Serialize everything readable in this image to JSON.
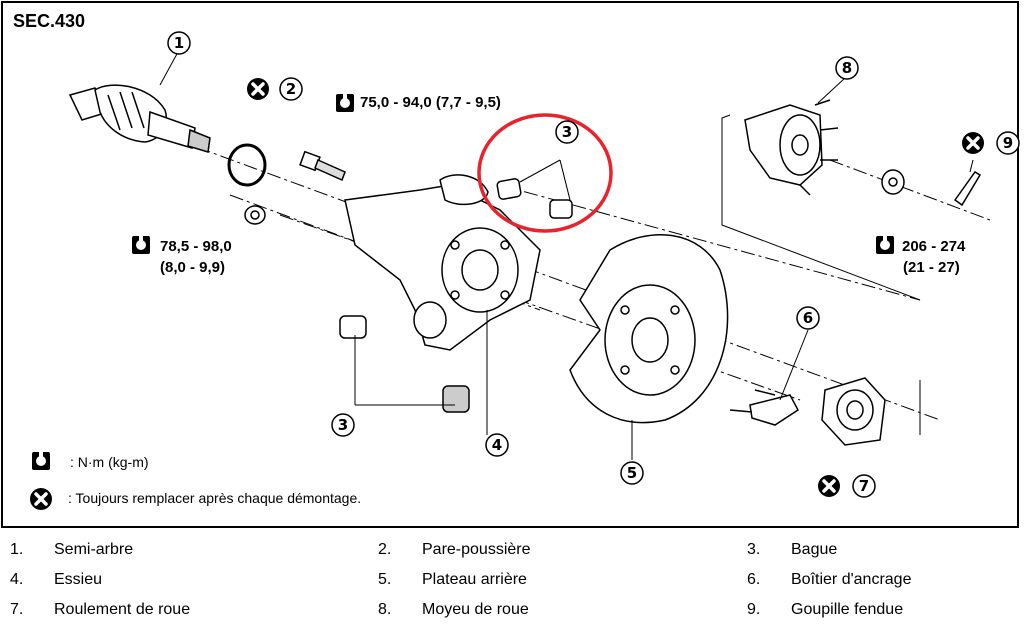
{
  "section": "SEC.430",
  "torques": {
    "bolt": "75,0 - 94,0  (7,7 - 9,5)",
    "nut_1": "78,5 - 98,0",
    "nut_2": "(8,0 - 9,9)",
    "hub_1": "206 - 274",
    "hub_2": "(21 - 27)"
  },
  "callouts": [
    "1",
    "2",
    "3",
    "3",
    "4",
    "5",
    "6",
    "7",
    "8",
    "9"
  ],
  "legend": {
    "unit": ": N·m (kg-m)",
    "replace": ": Toujours remplacer après chaque démontage."
  },
  "parts": [
    {
      "num": "1.",
      "label": "Semi-arbre"
    },
    {
      "num": "2.",
      "label": "Pare-poussière"
    },
    {
      "num": "3.",
      "label": "Bague"
    },
    {
      "num": "4.",
      "label": "Essieu"
    },
    {
      "num": "5.",
      "label": "Plateau arrière"
    },
    {
      "num": "6.",
      "label": "Boîtier d'ancrage"
    },
    {
      "num": "7.",
      "label": "Roulement de roue"
    },
    {
      "num": "8.",
      "label": "Moyeu de roue"
    },
    {
      "num": "9.",
      "label": "Goupille fendue"
    }
  ],
  "colors": {
    "highlight": "#e8232b",
    "ink": "#000000"
  }
}
